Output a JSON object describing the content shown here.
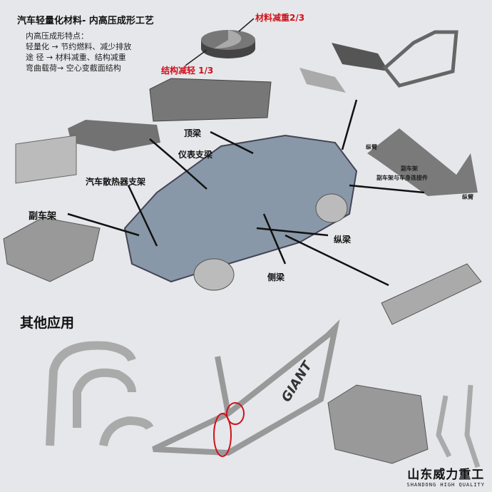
{
  "title": "汽车轻量化材料- 内高压成形工艺",
  "features": {
    "heading": "内高压成形特点：",
    "lines": [
      "轻量化 → 节约燃料、减少排放",
      "途  径 → 材料减重、结构减重",
      "弯曲载荷→ 空心变截面结构"
    ]
  },
  "pie": {
    "material_label": "材料减重2/3",
    "structure_label": "结构减轻 1/3",
    "material_fraction": 0.667,
    "structure_fraction": 0.333
  },
  "labels": {
    "roof_beam": "顶梁",
    "dash_beam": "仪表支梁",
    "radiator_bracket": "汽车散热器支架",
    "subframe": "副车架",
    "longitudinal_beam": "纵梁",
    "side_beam": "侧梁"
  },
  "suspension_labels": {
    "trailing_arm_1": "纵臂",
    "subframe": "副车架",
    "connector": "副车架与车身连接件",
    "trailing_arm_2": "纵臂"
  },
  "other_apps": "其他应用",
  "bike_brand": "GIANT",
  "logo": {
    "cn": "山东威力重工",
    "en": "SHANDONG HIGH QUALITY"
  },
  "colors": {
    "accent_red": "#d0101a",
    "background": "#e6e7ea"
  }
}
